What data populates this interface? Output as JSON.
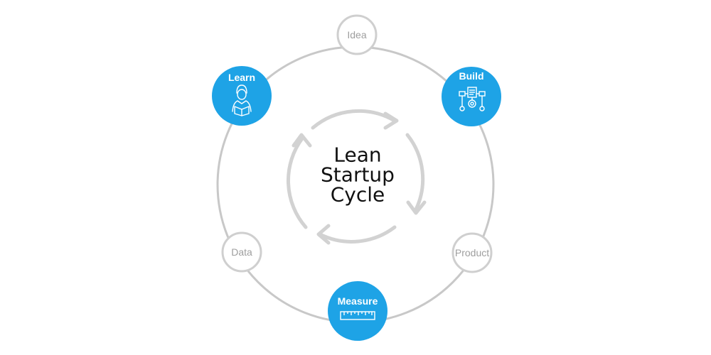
{
  "title_lines": [
    "Lean",
    "Startup",
    "Cycle"
  ],
  "nodes": [
    {
      "id": "idea",
      "label": "Idea",
      "style": "grey"
    },
    {
      "id": "build",
      "label": "Build",
      "style": "blue",
      "icon": "flowchart-gear-icon"
    },
    {
      "id": "product",
      "label": "Product",
      "style": "grey"
    },
    {
      "id": "measure",
      "label": "Measure",
      "style": "blue",
      "icon": "ruler-icon"
    },
    {
      "id": "data",
      "label": "Data",
      "style": "grey"
    },
    {
      "id": "learn",
      "label": "Learn",
      "style": "blue",
      "icon": "person-reading-icon"
    }
  ],
  "colors": {
    "accent": "#1ea3e6",
    "ring": "#c8c8c8",
    "node_border": "#cfcfcf",
    "arrow": "#d2d2d2",
    "grey_text": "#9e9e9e"
  }
}
